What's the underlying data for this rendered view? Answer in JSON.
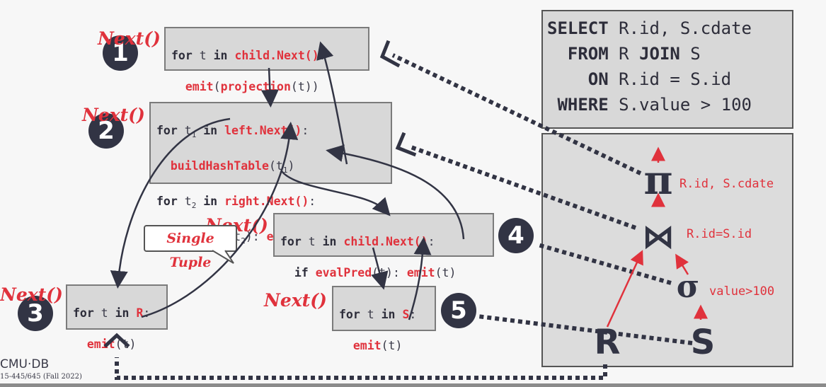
{
  "sql": {
    "line1_kw": "SELECT",
    "line1_rest": " R.id, S.cdate",
    "line2_kw": "FROM",
    "line2_mid": " R ",
    "line2_kw2": "JOIN",
    "line2_rest": " S",
    "line3_kw": "ON",
    "line3_rest": " R.id = S.id",
    "line4_kw": "WHERE",
    "line4_rest": " S.value > 100"
  },
  "operators": {
    "op1": {
      "number": "1",
      "next": "Next()",
      "line1_kw": "for",
      "line1_var": " t ",
      "line1_kw2": "in",
      "line1_sp": " ",
      "line1_fn": "child.Next()",
      "line1_end": ":",
      "line2_fn": "emit",
      "line2_mid": "(",
      "line2_fn2": "projection",
      "line2_end": "(t))"
    },
    "op2": {
      "number": "2",
      "next": "Next()"
    },
    "op3": {
      "number": "3",
      "next": "Next()",
      "line1_kw": "for",
      "line1_var": " t ",
      "line1_kw2": "in",
      "line1_sp": " ",
      "line1_fn": "R",
      "line1_end": ":",
      "line2_fn": "emit",
      "line2_end": "(t)"
    },
    "op4": {
      "number": "4",
      "next": "Next()",
      "line1_kw": "for",
      "line1_var": " t ",
      "line1_kw2": "in",
      "line1_sp": " ",
      "line1_fn": "child.Next()",
      "line1_end": ":",
      "line2_kw": "if",
      "line2_sp": " ",
      "line2_fn": "evalPred",
      "line2_mid": "(t): ",
      "line2_fn2": "emit",
      "line2_end": "(t)"
    },
    "op5": {
      "number": "5",
      "next": "Next()",
      "line1_kw": "for",
      "line1_var": " t ",
      "line1_kw2": "in",
      "line1_sp": " ",
      "line1_fn": "S",
      "line1_end": ":",
      "line2_fn": "emit",
      "line2_end": "(t)"
    }
  },
  "tooltip": "Single Tuple",
  "tree": {
    "pi_label": "R.id, S.cdate",
    "join_label": "R.id=S.id",
    "sigma_label": "value>100",
    "r": "R",
    "s": "S",
    "pi": "π",
    "join": "⋈",
    "sigma": "σ"
  },
  "footer": {
    "logo": "CMU·DB",
    "course": "15-445/645 (Fall 2022)"
  },
  "colors": {
    "accent": "#e0323c",
    "dark": "#323444",
    "box": "#d8d8d8"
  }
}
